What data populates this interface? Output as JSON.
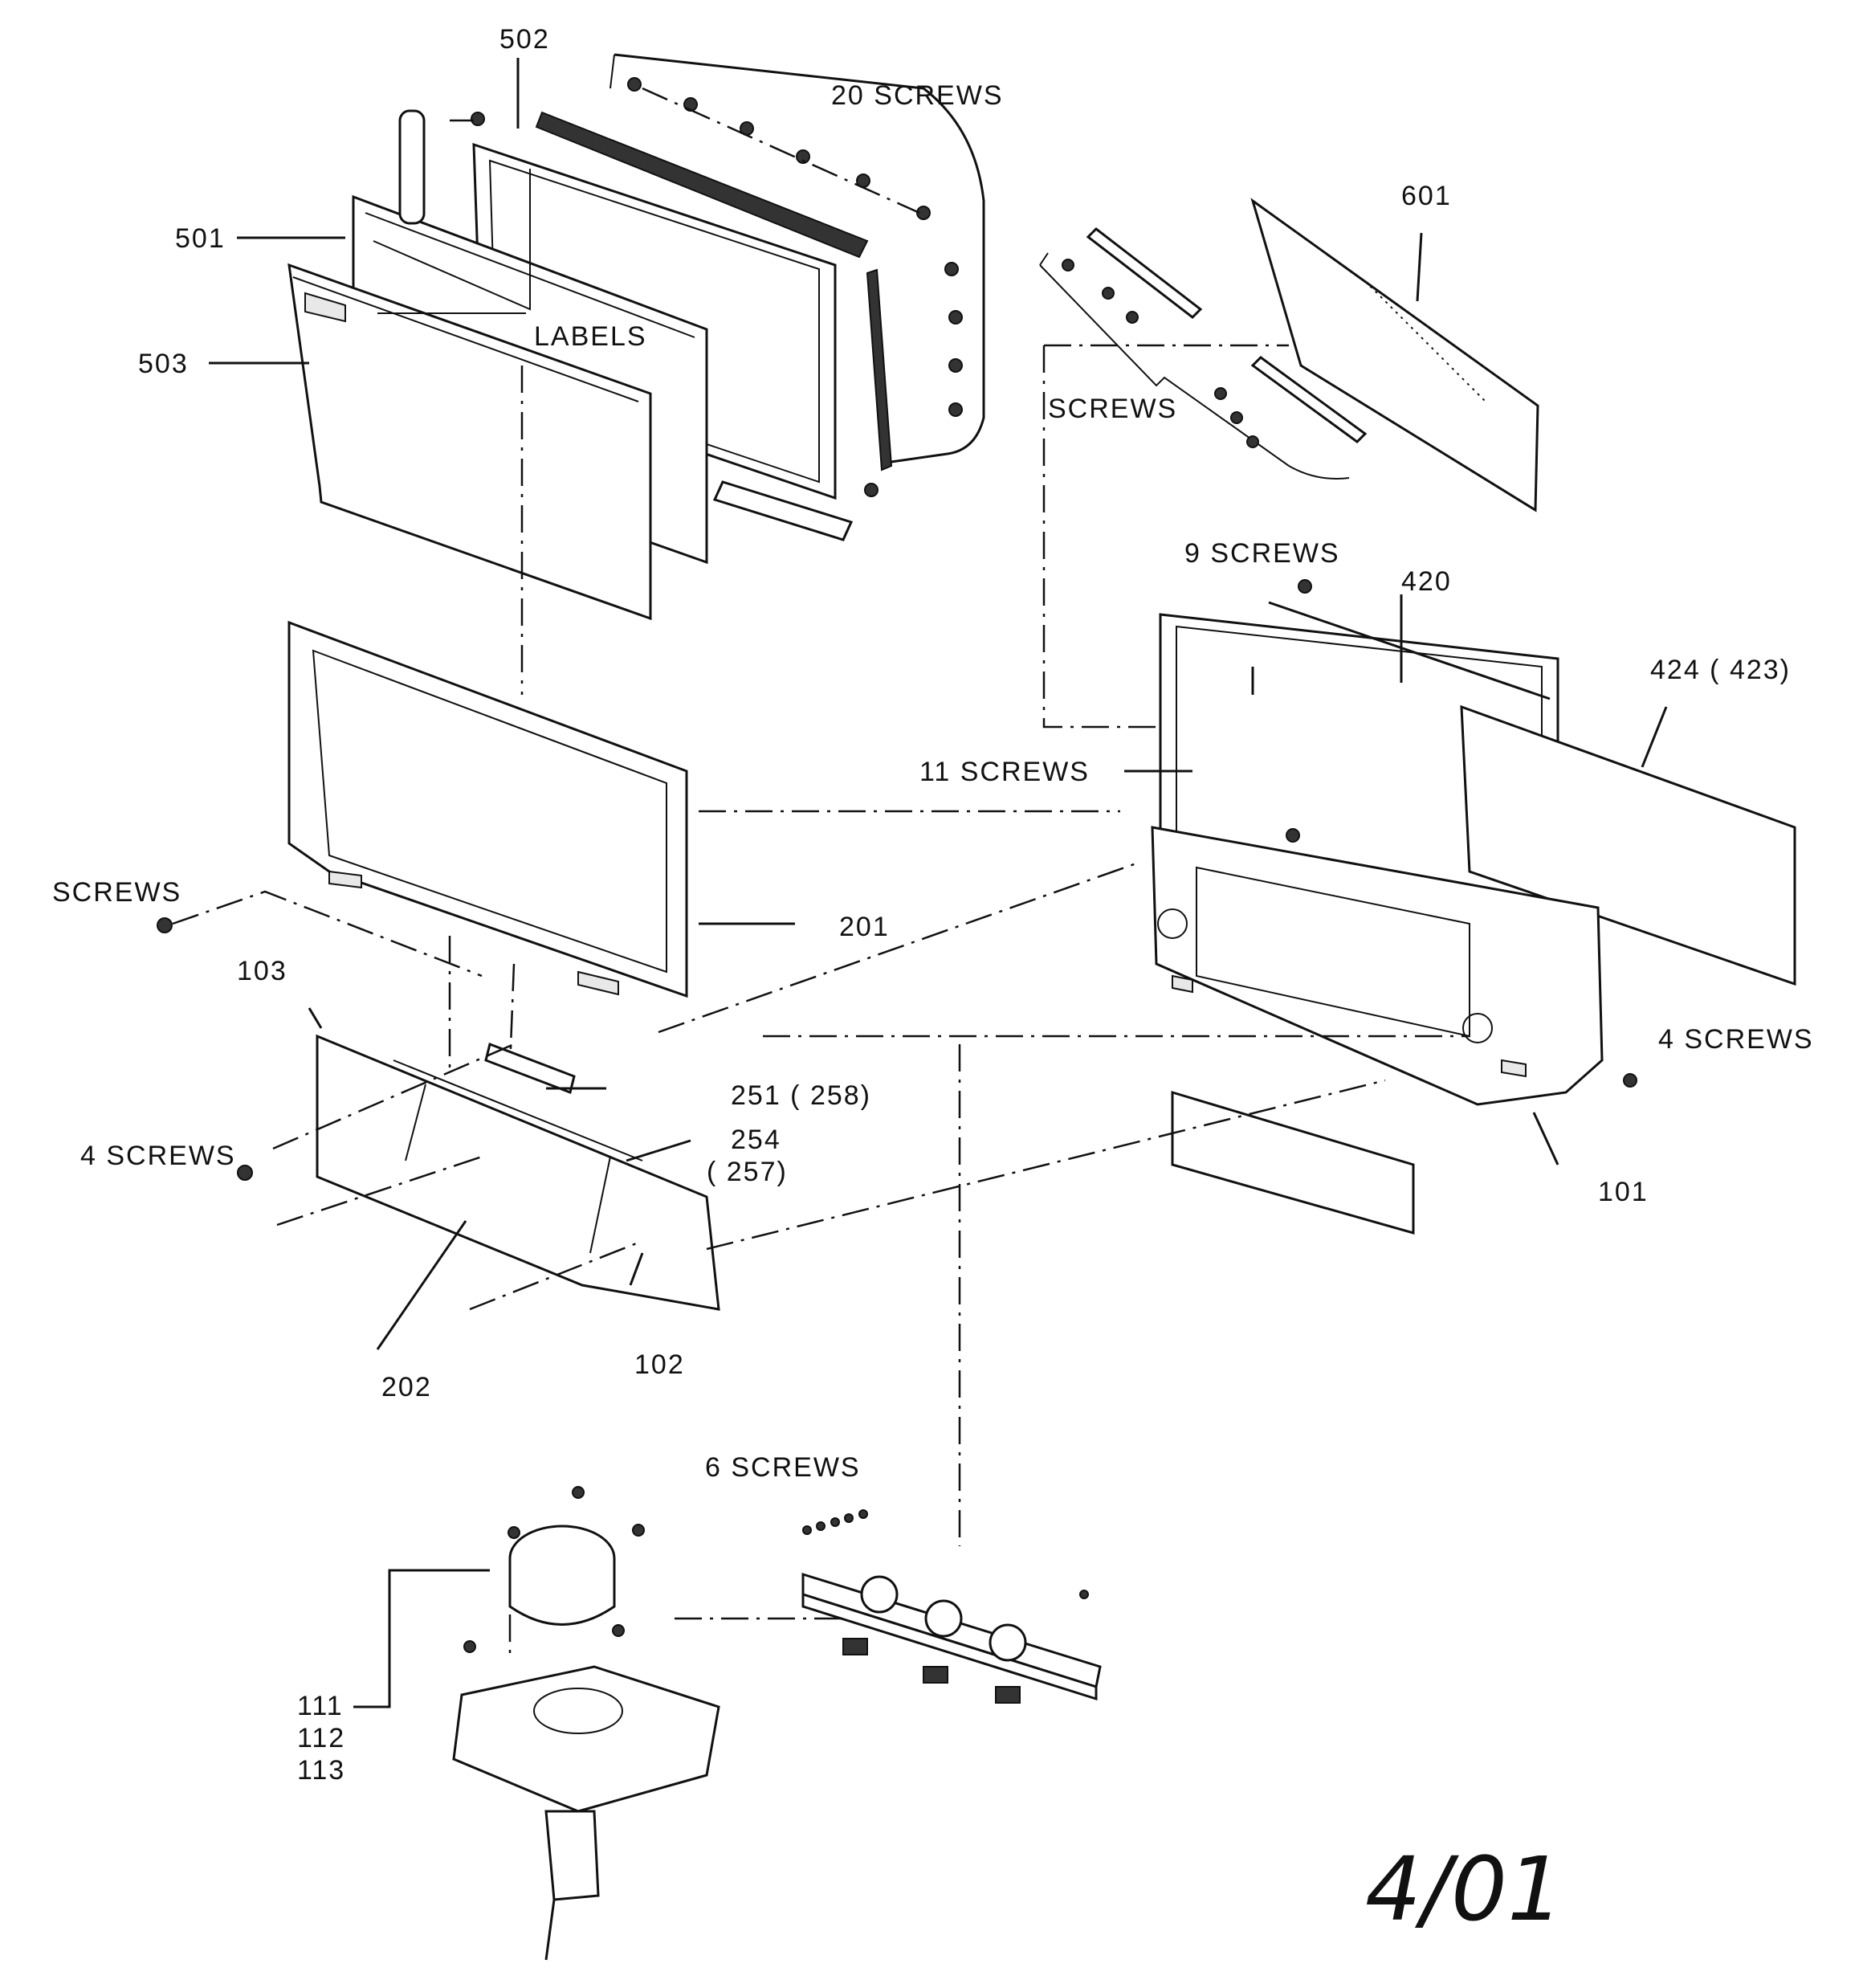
{
  "labels": {
    "p502": "502",
    "screws20": "20 SCREWS",
    "p501": "501",
    "p503": "503",
    "labels": "LABELS",
    "p601": "601",
    "screws_top": "SCREWS",
    "screws9": "9 SCREWS",
    "p420": "420",
    "p424": "424 (  423)",
    "screws11": "11 SCREWS",
    "screws_left": "SCREWS",
    "p201": "201",
    "p103": "103",
    "screws4_right": "4 SCREWS",
    "p251": "251 (  258)",
    "p254": "254",
    "p257": "(  257)",
    "screws4_left": "4 SCREWS",
    "p101": "101",
    "p102": "102",
    "p202": "202",
    "screws6": "6 SCREWS",
    "p111": "111",
    "p112": "112",
    "p113": "113",
    "date": "4/01"
  },
  "colors": {
    "ink": "#111111",
    "paper": "#ffffff"
  }
}
